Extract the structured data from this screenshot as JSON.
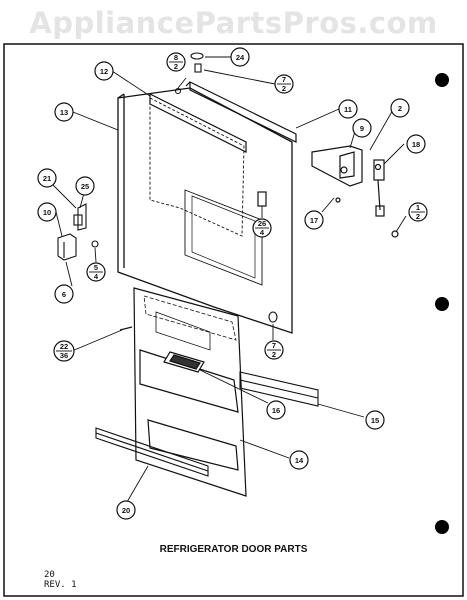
{
  "watermark": "AppliancePartsPros.com",
  "caption": "REFRIGERATOR DOOR PARTS",
  "page_number": "20",
  "revision": "REV. 1",
  "callouts": {
    "c24": "24",
    "c8_2": [
      "8",
      "2"
    ],
    "c7_2a": [
      "7",
      "2"
    ],
    "c12": "12",
    "c13": "13",
    "c11": "11",
    "c2": "2",
    "c9": "9",
    "c18": "18",
    "c21": "21",
    "c25": "25",
    "c10": "10",
    "c26_4": [
      "26",
      "4"
    ],
    "c17": "17",
    "c1_2": [
      "1",
      "2"
    ],
    "c5_4": [
      "5",
      "4"
    ],
    "c6": "6",
    "c7_2b": [
      "7",
      "2"
    ],
    "c22_36": [
      "22",
      "36"
    ],
    "c16": "16",
    "c15": "15",
    "c14": "14",
    "c20": "20"
  }
}
